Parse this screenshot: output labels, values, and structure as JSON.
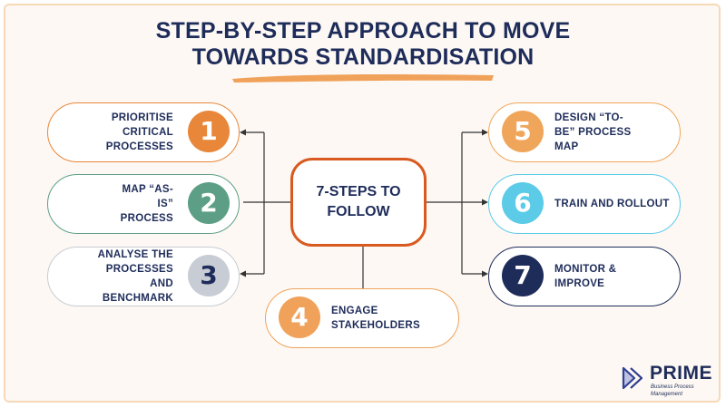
{
  "title": {
    "line1": "STEP-BY-STEP APPROACH TO MOVE",
    "line2": "TOWARDS STANDARDISATION"
  },
  "center": {
    "label": "7-STEPS TO FOLLOW"
  },
  "steps": [
    {
      "number": "1",
      "label": "PRIORITISE CRITICAL PROCESSES",
      "color": "#e8873a"
    },
    {
      "number": "2",
      "label": "MAP “AS-IS” PROCESS",
      "color": "#5c9f86"
    },
    {
      "number": "3",
      "label": "ANALYSE THE PROCESSES AND BENCHMARK",
      "color": "#c8ccd4"
    },
    {
      "number": "4",
      "label": "ENGAGE STAKEHOLDERS",
      "color": "#f0a25a"
    },
    {
      "number": "5",
      "label": "DESIGN “TO-BE” PROCESS MAP",
      "color": "#f0a65a"
    },
    {
      "number": "6",
      "label": "TRAIN AND ROLLOUT",
      "color": "#5bcbe8"
    },
    {
      "number": "7",
      "label": "MONITOR & IMPROVE",
      "color": "#1e2c5a"
    }
  ],
  "brand": {
    "name": "PRIME",
    "tagline": "Business Process Management",
    "logo_icon": "prime-logo-icon"
  },
  "colors": {
    "title": "#1e2c5a",
    "accent": "#e8873a",
    "center_border": "#d85a20",
    "connector": "#333333"
  }
}
